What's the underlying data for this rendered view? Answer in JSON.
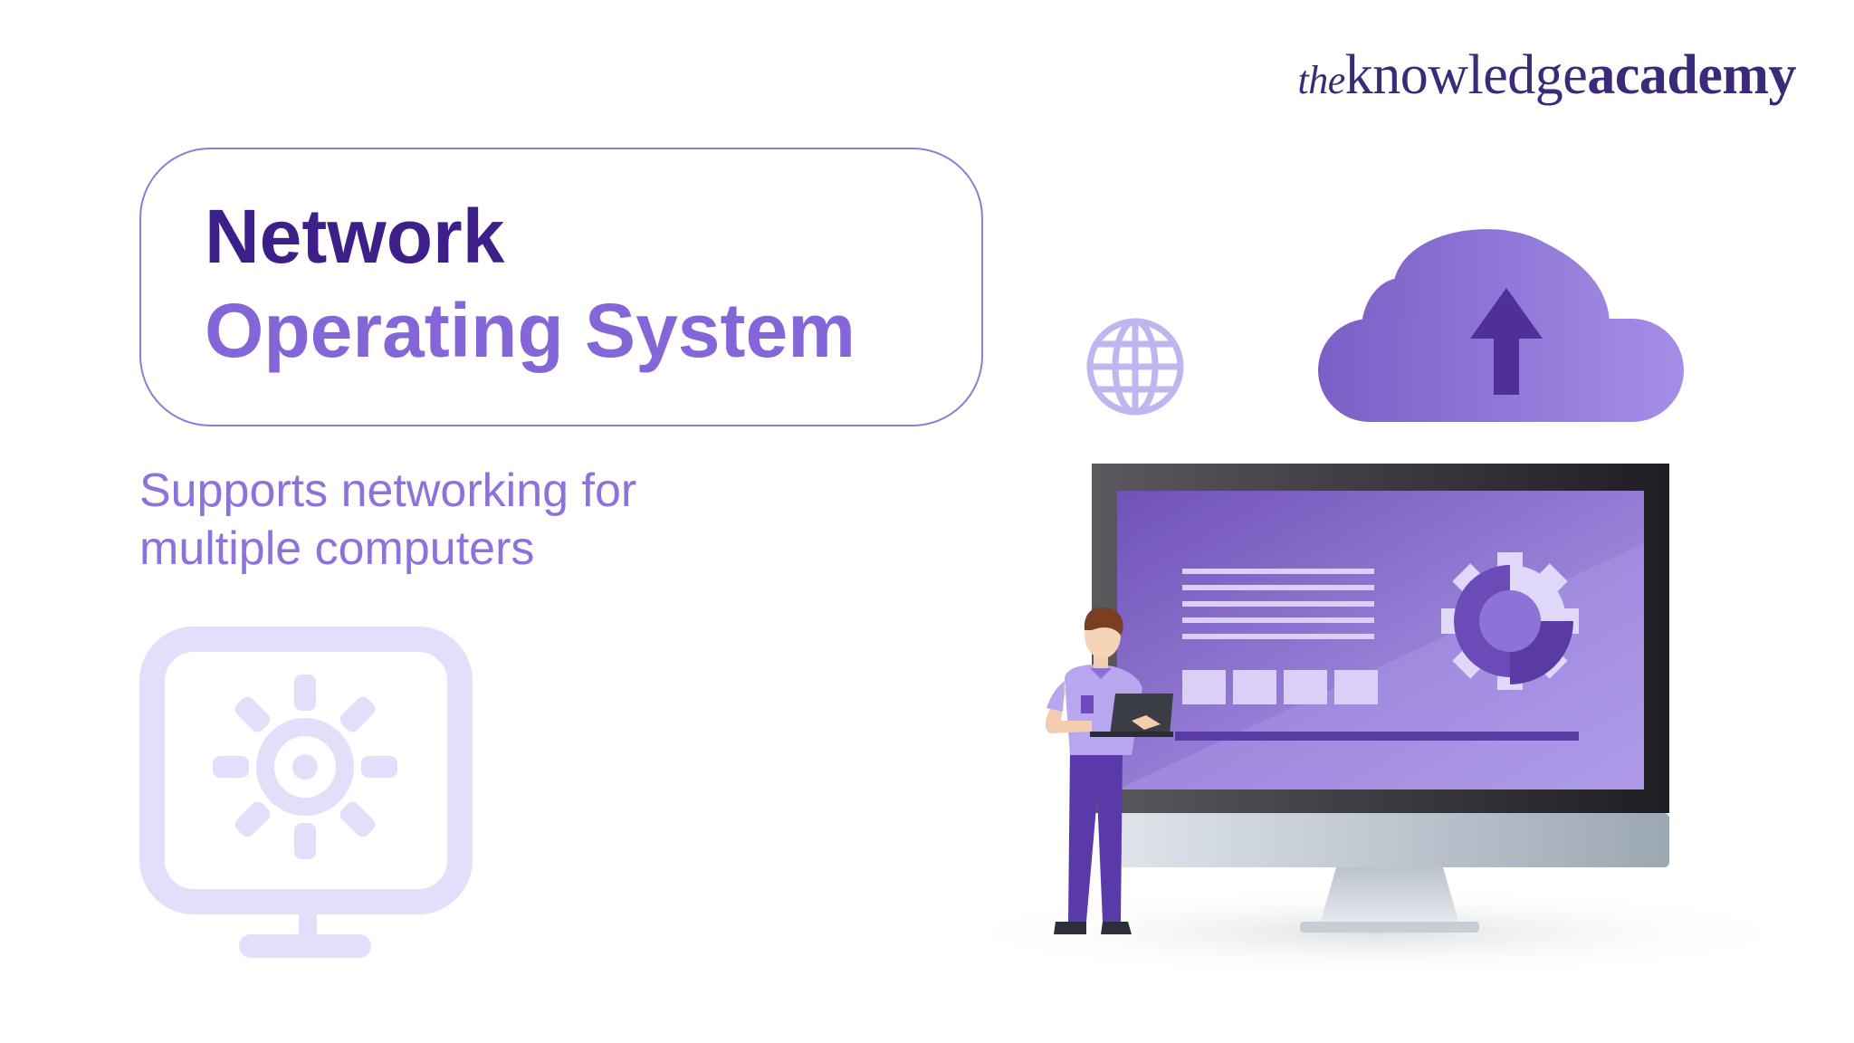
{
  "brand": {
    "logo_the": "the",
    "logo_knowledge": "knowledge",
    "logo_academy": "academy"
  },
  "header": {
    "title_line1": "Network",
    "title_line2": "Operating System"
  },
  "description": {
    "line1": "Supports networking for",
    "line2": "multiple computers"
  },
  "icons": {
    "monitor": "monitor-gear-icon",
    "globe": "globe-icon",
    "cloud": "cloud-upload-icon",
    "gear": "gears-icon"
  },
  "colors": {
    "primary_dark": "#3d1f8a",
    "primary_light": "#8466d8",
    "accent_purple": "#7b60c8",
    "icon_pale": "#e4defa"
  }
}
